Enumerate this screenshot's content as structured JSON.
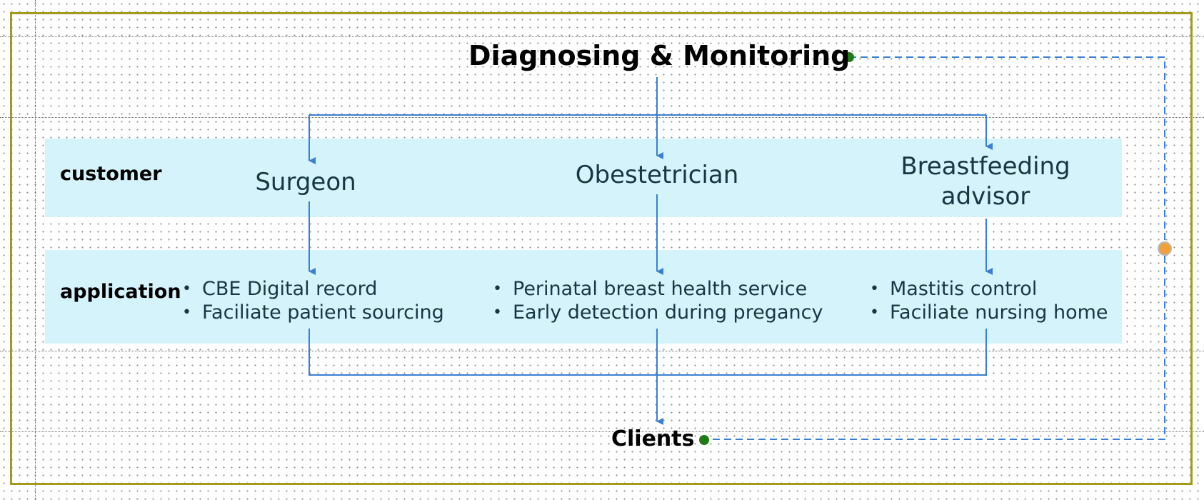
{
  "title": "Diagnosing & Monitoring",
  "target": "Clients",
  "rows": {
    "customer_label": "customer",
    "application_label": "application"
  },
  "columns": [
    {
      "role": "Surgeon",
      "applications": [
        "CBE Digital record",
        "Faciliate patient sourcing"
      ]
    },
    {
      "role": "Obestetrician",
      "applications": [
        "Perinatal breast health service",
        "Early detection during pregancy"
      ]
    },
    {
      "role": "Breastfeeding advisor",
      "applications": [
        "Mastitis control",
        "Faciliate nursing home"
      ]
    }
  ],
  "colors": {
    "band": "#d4f3fb",
    "frame": "#a39a1d",
    "connector": "#3a7fd5",
    "dot_green": "#1e7d12",
    "dot_orange": "#f0a13a"
  }
}
